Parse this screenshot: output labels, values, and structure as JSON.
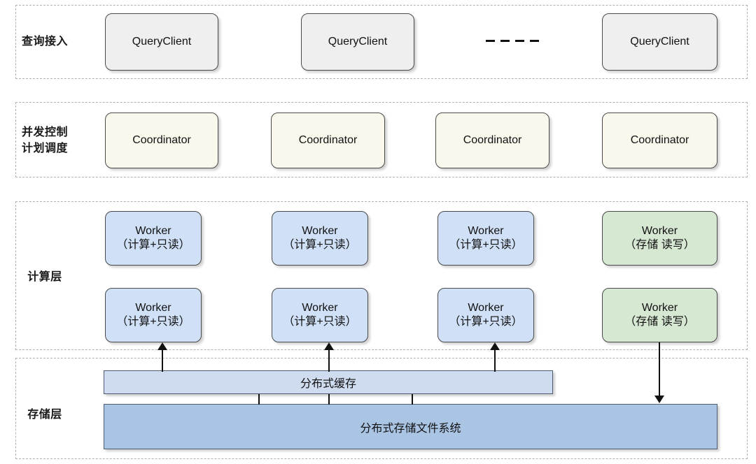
{
  "diagram": {
    "title": "",
    "layers": [
      {
        "id": "query-access",
        "label": "查询接入",
        "nodes": [
          {
            "line1": "QueryClient",
            "line2": ""
          },
          {
            "line1": "QueryClient",
            "line2": ""
          },
          {
            "line1": "QueryClient",
            "line2": ""
          }
        ],
        "ellipsis": "- - - -"
      },
      {
        "id": "concurrency-control",
        "label": "并发控制\n计划调度",
        "nodes": [
          {
            "line1": "Coordinator",
            "line2": ""
          },
          {
            "line1": "Coordinator",
            "line2": ""
          },
          {
            "line1": "Coordinator",
            "line2": ""
          },
          {
            "line1": "Coordinator",
            "line2": ""
          }
        ]
      },
      {
        "id": "compute-layer",
        "label": "计算层",
        "nodes_row1": [
          {
            "line1": "Worker",
            "line2": "（计算+只读）",
            "kind": "compute"
          },
          {
            "line1": "Worker",
            "line2": "（计算+只读）",
            "kind": "compute"
          },
          {
            "line1": "Worker",
            "line2": "（计算+只读）",
            "kind": "compute"
          },
          {
            "line1": "Worker",
            "line2": "（存储 读写）",
            "kind": "storage"
          }
        ],
        "nodes_row2": [
          {
            "line1": "Worker",
            "line2": "（计算+只读）",
            "kind": "compute"
          },
          {
            "line1": "Worker",
            "line2": "（计算+只读）",
            "kind": "compute"
          },
          {
            "line1": "Worker",
            "line2": "（计算+只读）",
            "kind": "compute"
          },
          {
            "line1": "Worker",
            "line2": "（存储 读写）",
            "kind": "storage"
          }
        ]
      },
      {
        "id": "storage-layer",
        "label": "存储层",
        "bars": [
          {
            "id": "cache",
            "label": "分布式缓存"
          },
          {
            "id": "filesystem",
            "label": "分布式存储文件系统"
          }
        ]
      }
    ],
    "colors": {
      "query_fill": "#efefef",
      "coordinator_fill": "#faf8ec",
      "worker_compute_fill": "#cfe0f7",
      "worker_storage_fill": "#d6e7d2",
      "cache_fill": "#cfdcf0",
      "filesystem_fill": "#aac4e4",
      "band_border": "#b0b0b0",
      "node_border": "#4a4a4a",
      "bar_border": "#4a5b72",
      "text": "#111111"
    }
  }
}
